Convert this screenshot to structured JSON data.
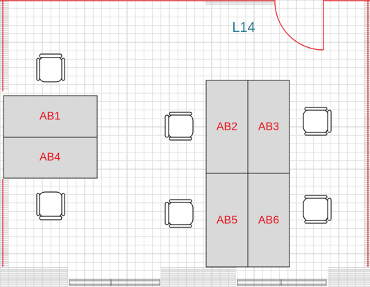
{
  "room": {
    "label": "L14"
  },
  "desks": [
    {
      "id": "desk-ab1",
      "label": "AB1"
    },
    {
      "id": "desk-ab4",
      "label": "AB4"
    },
    {
      "id": "desk-ab2",
      "label": "AB2"
    },
    {
      "id": "desk-ab3",
      "label": "AB3"
    },
    {
      "id": "desk-ab5",
      "label": "AB5"
    },
    {
      "id": "desk-ab6",
      "label": "AB6"
    }
  ],
  "colors": {
    "wall": "#e8343a",
    "desk_fill": "#d9d9d9",
    "desk_label": "#e8101a",
    "room_label": "#2e7d93",
    "grid": "#e1e1e1"
  }
}
